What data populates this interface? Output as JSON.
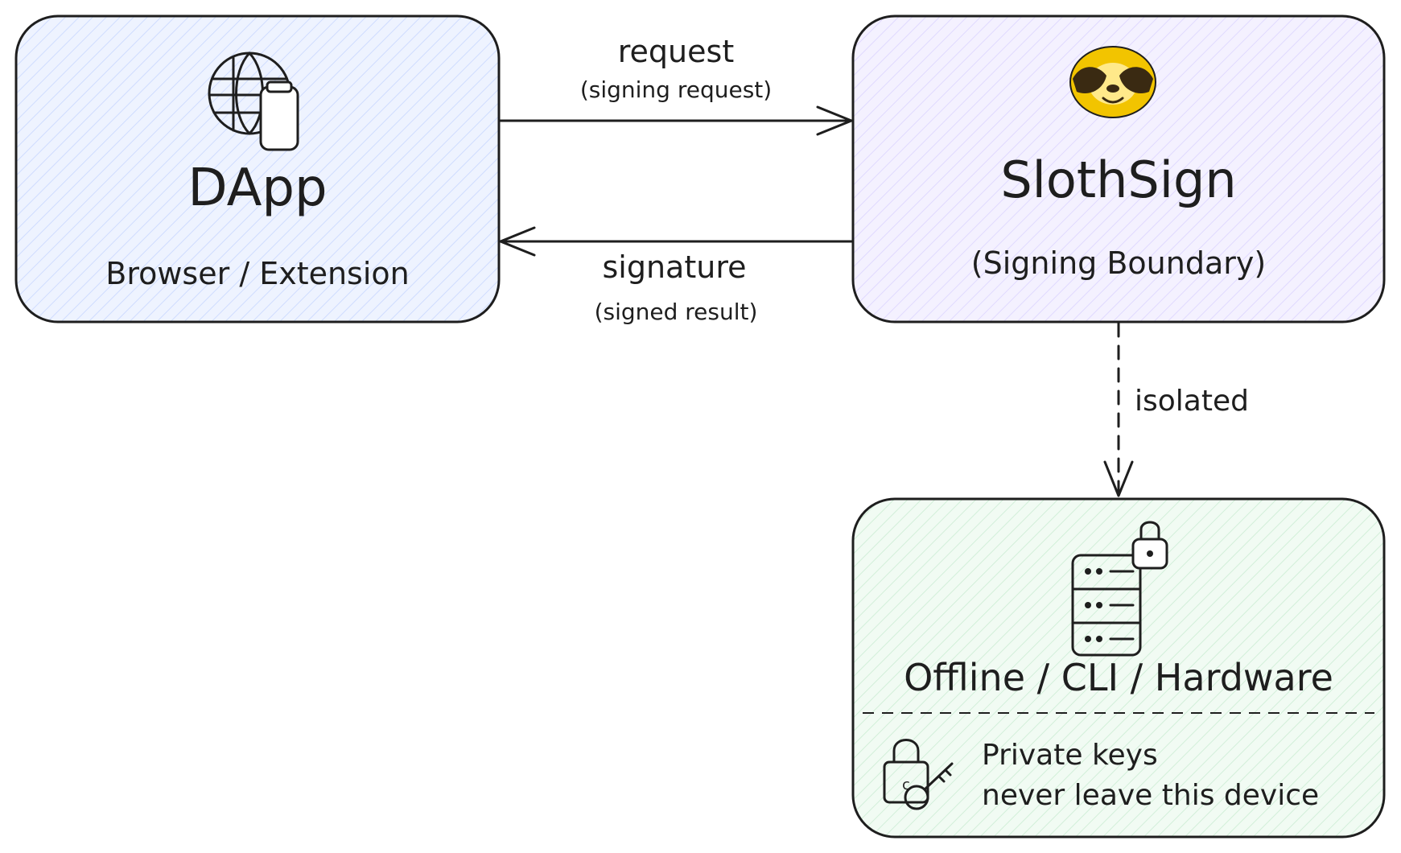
{
  "nodes": {
    "dapp": {
      "title": "DApp",
      "subtitle": "Browser / Extension",
      "icon": "web-app-icon",
      "fill_color": "#eef3ff",
      "hatch_color": "#c9d7ff"
    },
    "slothsign": {
      "title": "SlothSign",
      "subtitle": "(Signing Boundary)",
      "icon": "sloth-face-icon",
      "fill_color": "#f3f0ff",
      "hatch_color": "#ddd6ff"
    },
    "offline": {
      "title": "Offline / CLI / Hardware",
      "note_line1": "Private keys",
      "note_line2": "never leave this device",
      "icon": "server-lock-icon",
      "note_icon": "lock-key-icon",
      "fill_color": "#f0fbf2",
      "hatch_color": "#cdeed5"
    }
  },
  "edges": {
    "request": {
      "label": "request",
      "sublabel": "(signing request)"
    },
    "signature": {
      "label": "signature",
      "sublabel": "(signed result)"
    },
    "isolated": {
      "label": "isolated"
    }
  },
  "colors": {
    "stroke": "#1e1e1e",
    "sloth_fur": "#f2c400",
    "sloth_mask": "#3a2a12"
  }
}
